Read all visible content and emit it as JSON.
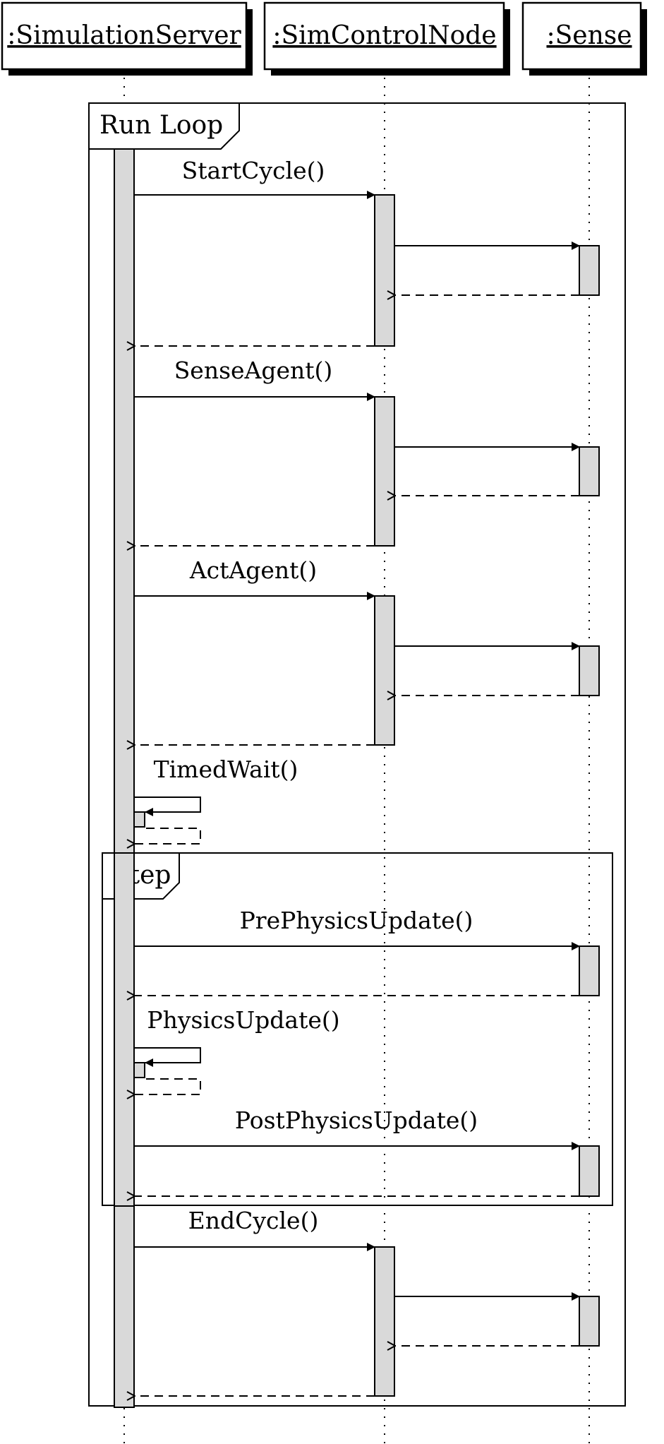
{
  "diagram": {
    "type": "uml-sequence",
    "participants": [
      {
        "id": "ss",
        "label": ":SimulationServer"
      },
      {
        "id": "scn",
        "label": ":SimControlNode"
      },
      {
        "id": "sense",
        "label": ":Sense"
      }
    ],
    "fragments": [
      {
        "label": "Run Loop"
      },
      {
        "label": "Step"
      }
    ],
    "messages": [
      {
        "from": "ss",
        "to": "scn",
        "label": "StartCycle()",
        "kind": "call"
      },
      {
        "from": "scn",
        "to": "sense",
        "label": "",
        "kind": "call"
      },
      {
        "from": "sense",
        "to": "scn",
        "label": "",
        "kind": "return"
      },
      {
        "from": "scn",
        "to": "ss",
        "label": "",
        "kind": "return"
      },
      {
        "from": "ss",
        "to": "scn",
        "label": "SenseAgent()",
        "kind": "call"
      },
      {
        "from": "scn",
        "to": "sense",
        "label": "",
        "kind": "call"
      },
      {
        "from": "sense",
        "to": "scn",
        "label": "",
        "kind": "return"
      },
      {
        "from": "scn",
        "to": "ss",
        "label": "",
        "kind": "return"
      },
      {
        "from": "ss",
        "to": "scn",
        "label": "ActAgent()",
        "kind": "call"
      },
      {
        "from": "scn",
        "to": "sense",
        "label": "",
        "kind": "call"
      },
      {
        "from": "sense",
        "to": "scn",
        "label": "",
        "kind": "return"
      },
      {
        "from": "scn",
        "to": "ss",
        "label": "",
        "kind": "return"
      },
      {
        "from": "ss",
        "to": "ss",
        "label": "TimedWait()",
        "kind": "self-call"
      },
      {
        "from": "ss",
        "to": "sense",
        "label": "PrePhysicsUpdate()",
        "kind": "call"
      },
      {
        "from": "sense",
        "to": "ss",
        "label": "",
        "kind": "return"
      },
      {
        "from": "ss",
        "to": "ss",
        "label": "PhysicsUpdate()",
        "kind": "self-call"
      },
      {
        "from": "ss",
        "to": "sense",
        "label": "PostPhysicsUpdate()",
        "kind": "call"
      },
      {
        "from": "sense",
        "to": "ss",
        "label": "",
        "kind": "return"
      },
      {
        "from": "ss",
        "to": "scn",
        "label": "EndCycle()",
        "kind": "call"
      },
      {
        "from": "scn",
        "to": "sense",
        "label": "",
        "kind": "call"
      },
      {
        "from": "sense",
        "to": "scn",
        "label": "",
        "kind": "return"
      },
      {
        "from": "scn",
        "to": "ss",
        "label": "",
        "kind": "return"
      }
    ],
    "colors": {
      "activation_fill": "#d9d9d9",
      "stroke": "#000000"
    }
  }
}
